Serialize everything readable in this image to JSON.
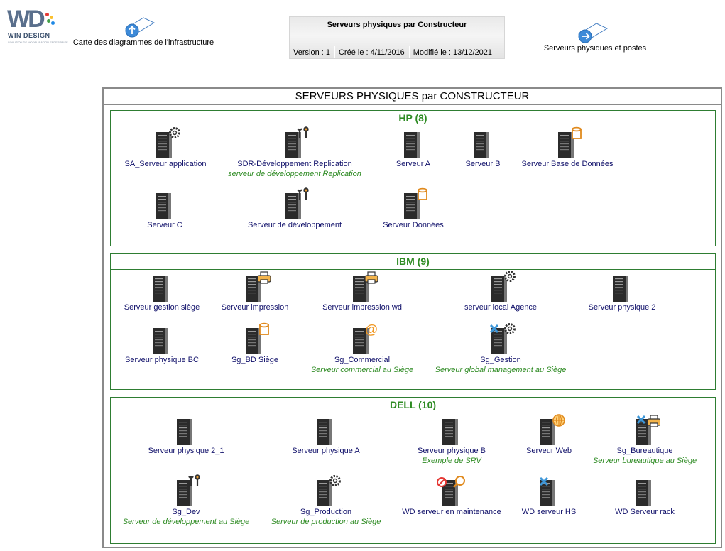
{
  "logo": {
    "mark": "WD",
    "name": "WIN DESIGN",
    "tagline": "SOLUTION DE MODELISATION ENTERPRISE",
    "colors": [
      "#e53935",
      "#fbc02d",
      "#43a047",
      "#1e88e5"
    ]
  },
  "nav": {
    "left": {
      "label": "Carte des diagrammes de l'infrastructure",
      "icon": "arrow-up-circle-icon"
    },
    "right": {
      "label": "Serveurs physiques et postes",
      "icon": "arrow-right-circle-icon"
    }
  },
  "header": {
    "title": "Serveurs physiques par Constructeur",
    "version": "Version : 1",
    "created": "Créé le : 4/11/2016",
    "modified": "Modifié le : 13/12/2021"
  },
  "diagram": {
    "title": "SERVEURS PHYSIQUES par CONSTRUCTEUR",
    "groups": [
      {
        "label": "HP (8)",
        "servers": [
          {
            "name": "SA_Serveur application",
            "desc": "",
            "badge": "gear"
          },
          {
            "name": "SDR-Développement Replication",
            "desc": "serveur de développement Replication",
            "badge": "tools"
          },
          {
            "name": "Serveur A",
            "desc": "",
            "badge": ""
          },
          {
            "name": "Serveur B",
            "desc": "",
            "badge": ""
          },
          {
            "name": "Serveur Base de Données",
            "desc": "",
            "badge": "database"
          },
          {
            "name": "Serveur C",
            "desc": "",
            "badge": ""
          },
          {
            "name": "Serveur de développement",
            "desc": "",
            "badge": "tools"
          },
          {
            "name": "Serveur Données",
            "desc": "",
            "badge": "database"
          }
        ]
      },
      {
        "label": "IBM (9)",
        "servers": [
          {
            "name": "Serveur gestion siège",
            "desc": "",
            "badge": ""
          },
          {
            "name": "Serveur impression",
            "desc": "",
            "badge": "printer"
          },
          {
            "name": "Serveur impression wd",
            "desc": "",
            "badge": "printer"
          },
          {
            "name": "serveur local  Agence",
            "desc": "",
            "badge": "gear"
          },
          {
            "name": "Serveur physique 2",
            "desc": "",
            "badge": ""
          },
          {
            "name": "Serveur physique BC",
            "desc": "",
            "badge": ""
          },
          {
            "name": "Sg_BD Siège",
            "desc": "",
            "badge": "database"
          },
          {
            "name": "Sg_Commercial",
            "desc": "Serveur commercial au Siège",
            "badge": "at"
          },
          {
            "name": "Sg_Gestion",
            "desc": "Serveur global management au Siège",
            "badge": "gear-x"
          }
        ]
      },
      {
        "label": "DELL (10)",
        "servers": [
          {
            "name": "Serveur physique 2_1",
            "desc": "",
            "badge": ""
          },
          {
            "name": "Serveur physique A",
            "desc": "",
            "badge": ""
          },
          {
            "name": "Serveur physique B",
            "desc": "Exemple de SRV",
            "badge": ""
          },
          {
            "name": "Serveur Web",
            "desc": "",
            "badge": "globe"
          },
          {
            "name": "Sg_Bureautique",
            "desc": "Serveur bureautique au Siège",
            "badge": "printer-x"
          },
          {
            "name": "Sg_Dev",
            "desc": "Serveur de développement au Siège",
            "badge": "tools"
          },
          {
            "name": "Sg_Production",
            "desc": "Serveur de production au Siège",
            "badge": "gear"
          },
          {
            "name": "WD serveur en maintenance",
            "desc": "",
            "badge": "maintenance"
          },
          {
            "name": "WD serveur HS",
            "desc": "",
            "badge": "x"
          },
          {
            "name": "WD Serveur rack",
            "desc": "",
            "badge": ""
          }
        ]
      }
    ]
  }
}
